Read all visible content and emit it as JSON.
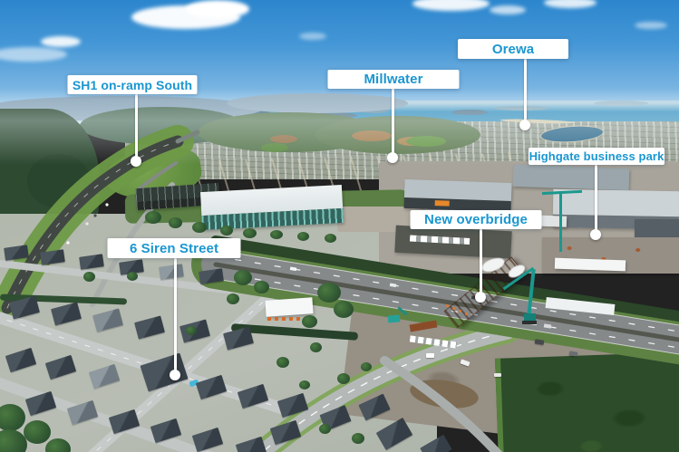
{
  "labels": [
    {
      "id": "sh1-on-ramp-south",
      "text": "SH1 on-ramp South"
    },
    {
      "id": "millwater",
      "text": "Millwater"
    },
    {
      "id": "orewa",
      "text": "Orewa"
    },
    {
      "id": "highgate-business-park",
      "text": "Highgate business park"
    },
    {
      "id": "new-overbridge",
      "text": "New overbridge"
    },
    {
      "id": "siren-street",
      "text": "6 Siren Street"
    }
  ],
  "colors": {
    "label_text": "#1a96d0",
    "label_bg": "#ffffff",
    "leader": "#ffffff",
    "sky_top": "#2c86cd",
    "sky_horizon": "#e3f1f8",
    "ocean": "#2a86b4",
    "field_dirt": "#b79c6e",
    "suburb_roof": "#4a545c",
    "motorway": "#85898a",
    "bridge_rust": "#8a4c28",
    "crane_teal": "#1b988e",
    "dark_field": "#2c4c2a"
  }
}
